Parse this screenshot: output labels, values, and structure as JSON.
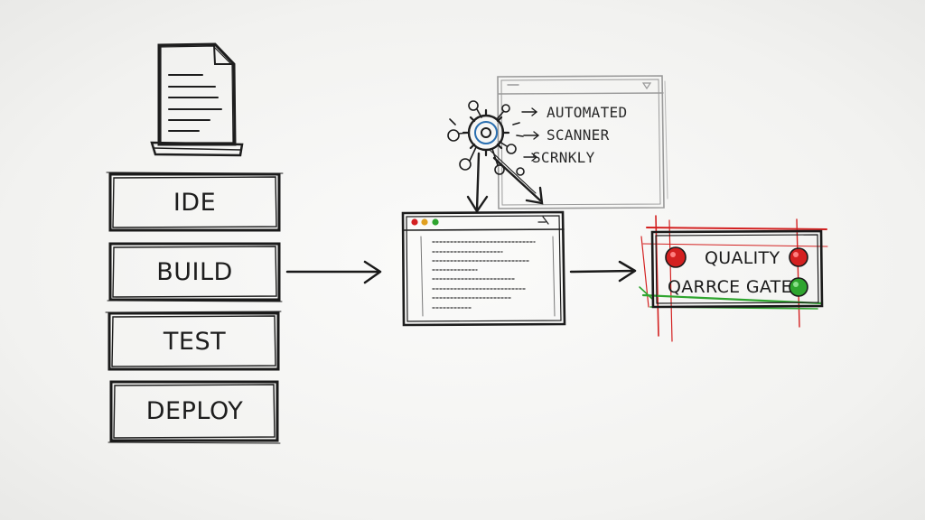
{
  "stages": [
    {
      "label": "IDE"
    },
    {
      "label": "BUILD"
    },
    {
      "label": "TEST"
    },
    {
      "label": "DEPLOY"
    }
  ],
  "scanner": {
    "lines": [
      "AUTOMATED",
      "SCANNER",
      "SCRNKLY"
    ]
  },
  "quality_gate": {
    "line1": "QUALITY",
    "line2": "QARRCE GATE"
  },
  "colors": {
    "ink": "#1d1d1d",
    "red": "#d32020",
    "green": "#2fa52f",
    "blue": "#2a6fb0"
  }
}
